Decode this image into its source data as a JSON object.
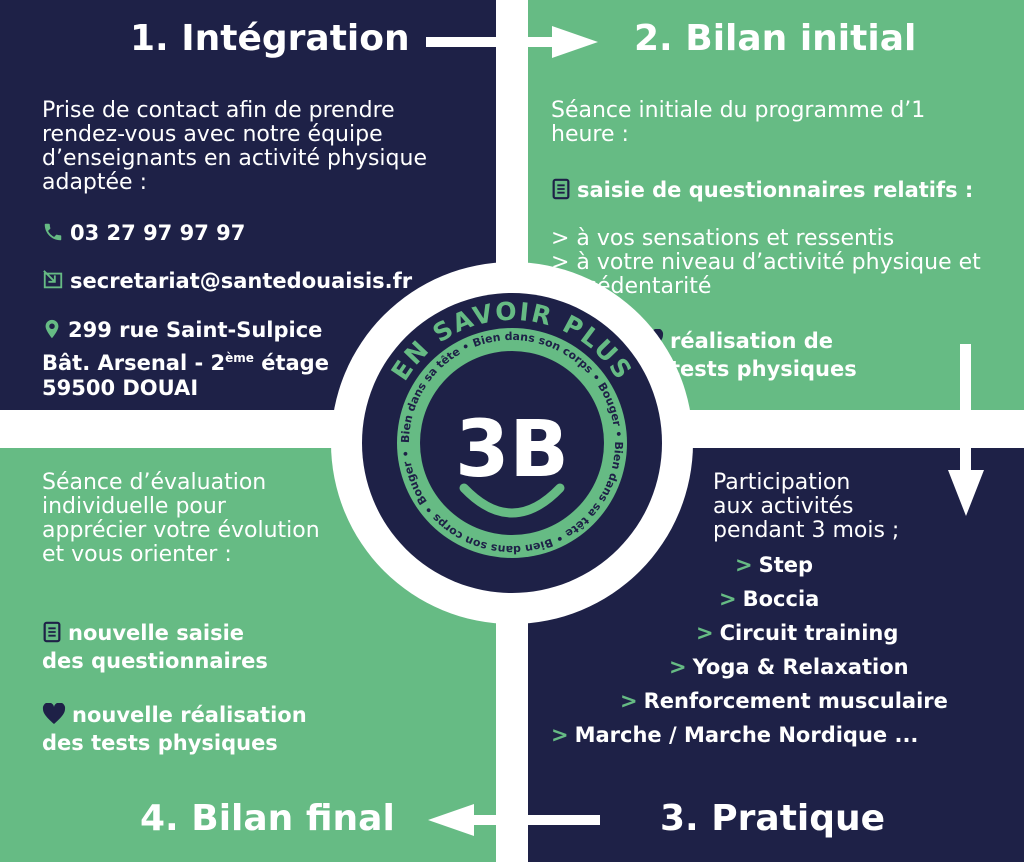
{
  "steps": {
    "integration": {
      "title": "1. Intégration",
      "intro": "Prise de contact afin de prendre rendez-vous avec notre équipe d’enseignants en activité physique adaptée :",
      "phone": "03 27 97 97 97",
      "email": "secretariat@santedouaisis.fr",
      "address_line1": "299 rue Saint-Sulpice",
      "address_line2_prefix": "Bât. Arsenal - 2",
      "address_line2_sup": "ème",
      "address_line2_suffix": " étage",
      "address_line3": "59500 DOUAI"
    },
    "bilan_initial": {
      "title": "2. Bilan initial",
      "intro": "Séance initiale du programme d’1 heure :",
      "questionnaires": "saisie de questionnaires relatifs :",
      "sub1": "> à vos sensations et ressentis",
      "sub2": "> à votre niveau d’activité physique et de sédentarité",
      "tests_line1": "réalisation de",
      "tests_line2": "tests physiques"
    },
    "pratique": {
      "title": "3. Pratique",
      "intro_line1": "Participation",
      "intro_line2": "aux activités",
      "intro_line3": "pendant 3 mois ;",
      "activities": [
        "Step",
        "Boccia",
        "Circuit training",
        "Yoga & Relaxation",
        "Renforcement musculaire",
        "Marche / Marche Nordique ..."
      ]
    },
    "bilan_final": {
      "title": "4. Bilan final",
      "intro": "Séance d’évaluation individuelle pour apprécier votre évolution et vous orienter :",
      "questionnaires_line1": "nouvelle saisie",
      "questionnaires_line2": "des questionnaires",
      "tests_line1": "nouvelle réalisation",
      "tests_line2": "des tests physiques"
    }
  },
  "badge": {
    "arc_text": "EN SAVOIR PLUS",
    "logo": "3B",
    "ring_text": "Bien dans sa tête • Bien dans son corps • Bouger • Bien dans sa tête • Bien dans son corps • Bouger •"
  },
  "colors": {
    "navy": "#1e2147",
    "green": "#66bb84",
    "white": "#ffffff"
  },
  "icons": [
    "phone-icon",
    "email-icon",
    "location-icon",
    "document-icon",
    "heart-icon",
    "arrow-right-icon",
    "arrow-down-icon",
    "arrow-left-icon"
  ]
}
